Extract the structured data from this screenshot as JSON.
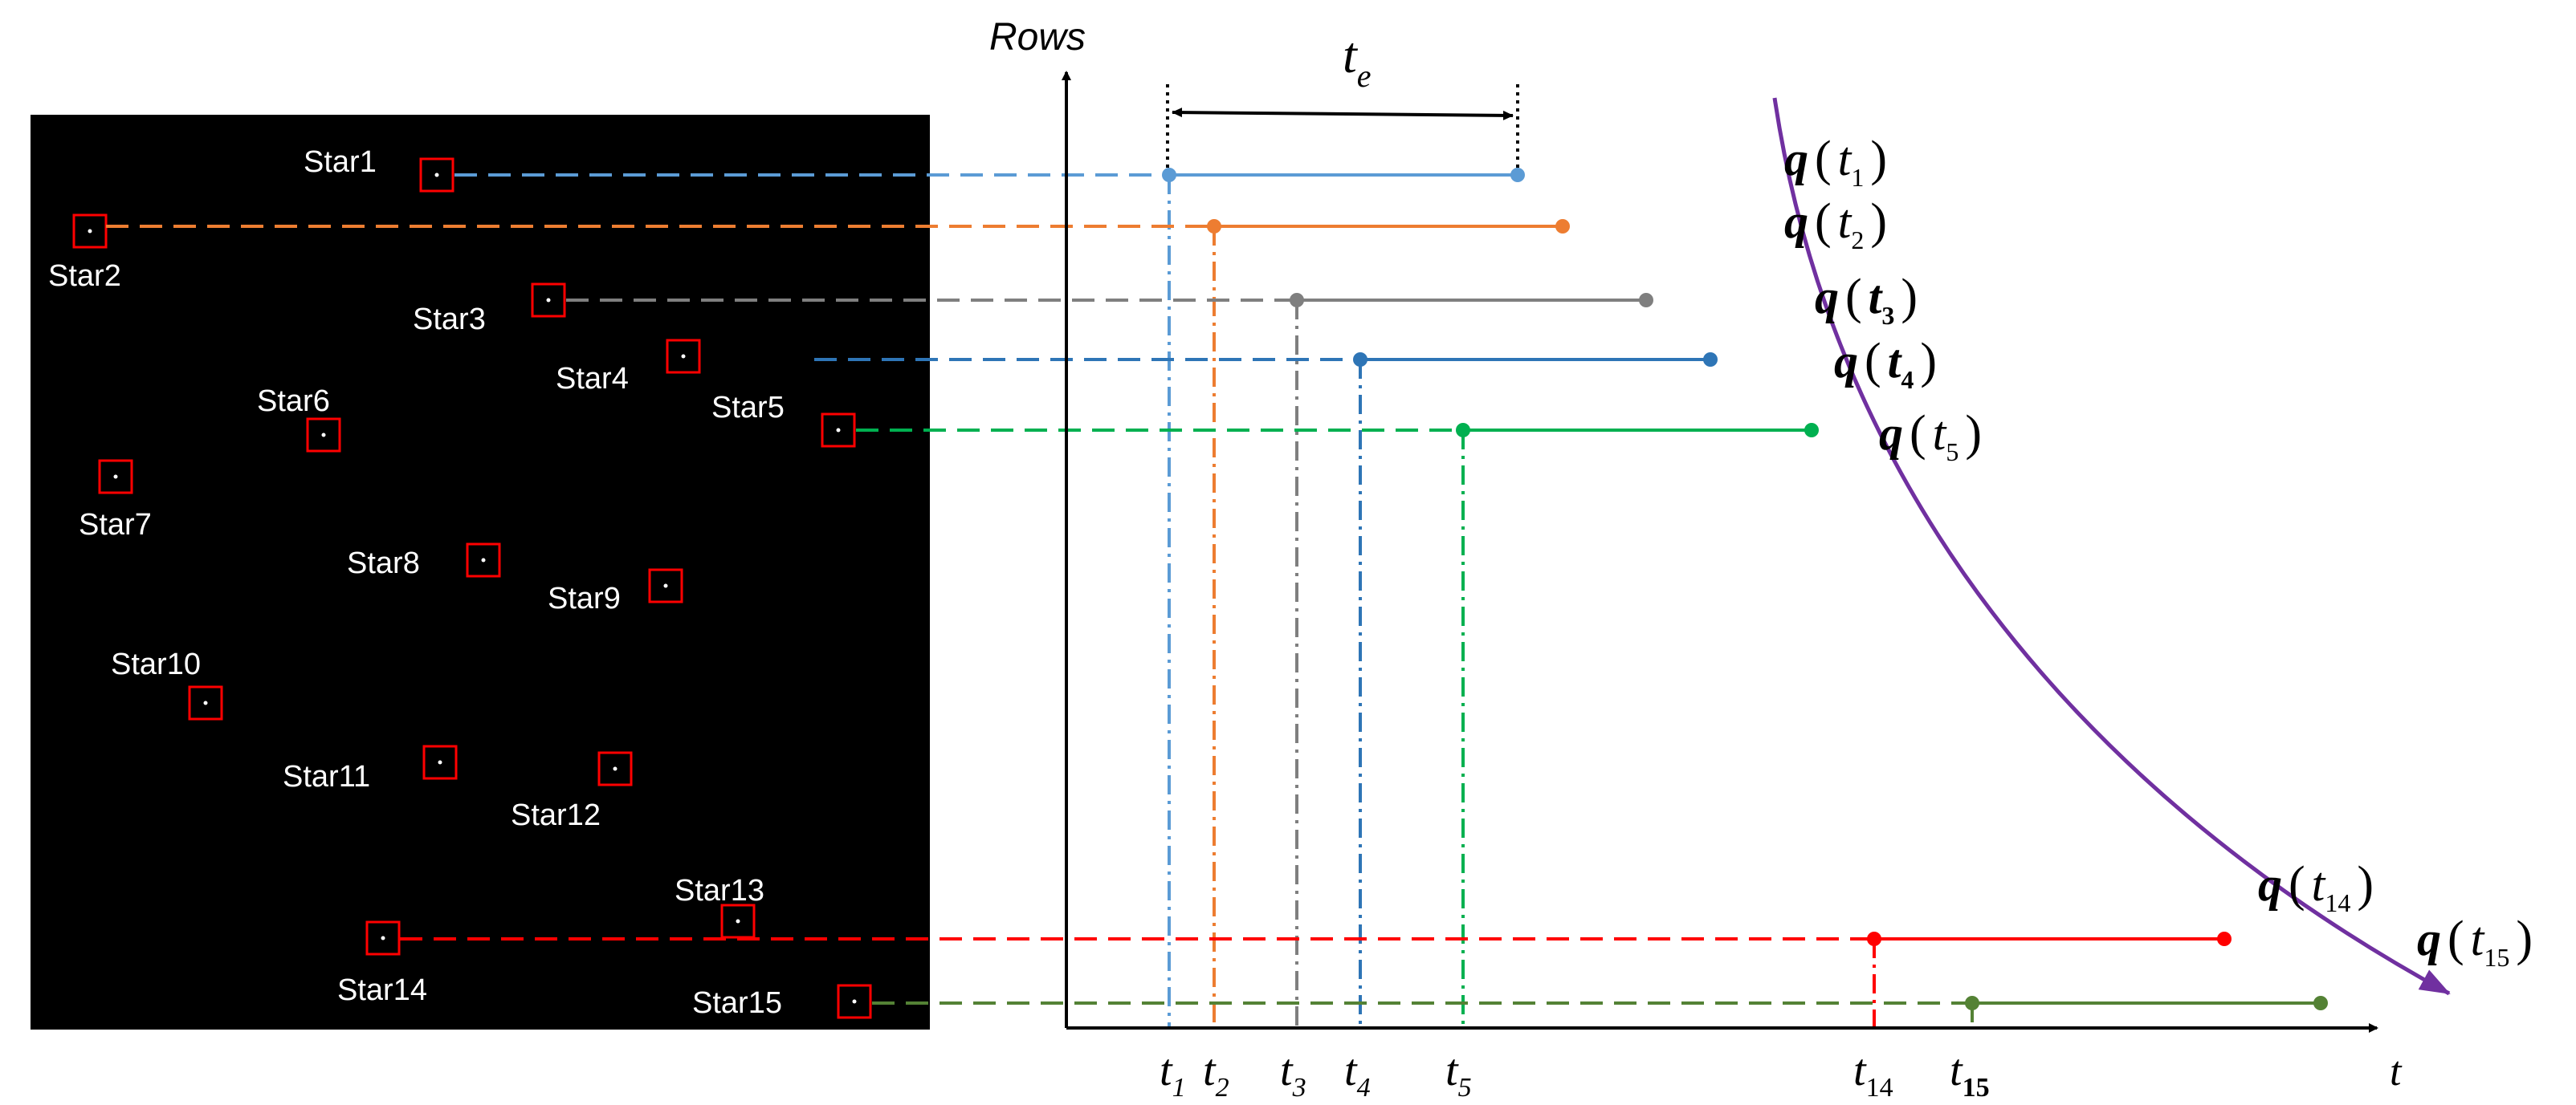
{
  "axes": {
    "y_label": "Rows",
    "x_label": "t",
    "exposure_label": "t",
    "exposure_sub": "e"
  },
  "stars": [
    {
      "name": "Star1",
      "color": "#5b9bd5",
      "t_sub": "1",
      "q_sub": "1"
    },
    {
      "name": "Star2",
      "color": "#ed7d31",
      "t_sub": "2",
      "q_sub": "2"
    },
    {
      "name": "Star3",
      "color": "#7f7f7f",
      "t_sub": "3",
      "q_sub": "3"
    },
    {
      "name": "Star4",
      "color": "#2e75b6",
      "t_sub": "4",
      "q_sub": "4"
    },
    {
      "name": "Star5",
      "color": "#00b050",
      "t_sub": "5",
      "q_sub": "5"
    },
    {
      "name": "Star6"
    },
    {
      "name": "Star7"
    },
    {
      "name": "Star8"
    },
    {
      "name": "Star9"
    },
    {
      "name": "Star10"
    },
    {
      "name": "Star11"
    },
    {
      "name": "Star12"
    },
    {
      "name": "Star13"
    },
    {
      "name": "Star14",
      "color": "#ff0000",
      "t_sub": "14",
      "q_sub": "14"
    },
    {
      "name": "Star15",
      "color": "#548235",
      "t_sub": "15",
      "q_sub": "15"
    }
  ],
  "q_symbol": "q",
  "colors": {
    "sky": "#000000",
    "star_box": "#ff0000",
    "curve": "#7030a0",
    "axis": "#000000"
  }
}
